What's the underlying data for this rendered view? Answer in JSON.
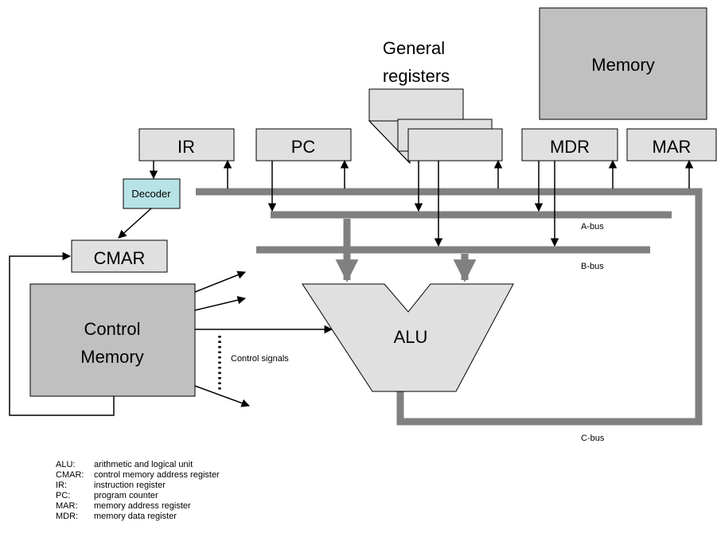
{
  "diagram": {
    "memory_label": "Memory",
    "general_registers_line1": "General",
    "general_registers_line2": "registers",
    "ir_label": "IR",
    "pc_label": "PC",
    "mdr_label": "MDR",
    "mar_label": "MAR",
    "decoder_label": "Decoder",
    "cmar_label": "CMAR",
    "control_memory_line1": "Control",
    "control_memory_line2": "Memory",
    "alu_label": "ALU",
    "control_signals_label": "Control signals",
    "a_bus_label": "A-bus",
    "b_bus_label": "B-bus",
    "c_bus_label": "C-bus"
  },
  "legend": [
    {
      "abbr": "ALU:",
      "desc": "arithmetic and logical unit"
    },
    {
      "abbr": "CMAR:",
      "desc": "control memory address register"
    },
    {
      "abbr": "IR:",
      "desc": "instruction register"
    },
    {
      "abbr": "PC:",
      "desc": "program counter"
    },
    {
      "abbr": "MAR:",
      "desc": "memory address register"
    },
    {
      "abbr": "MDR:",
      "desc": "memory data register"
    }
  ],
  "colors": {
    "register_fill": "#e0e0e0",
    "memory_fill": "#c0c0c0",
    "decoder_fill": "#b7e3e6",
    "bus": "#808080"
  }
}
